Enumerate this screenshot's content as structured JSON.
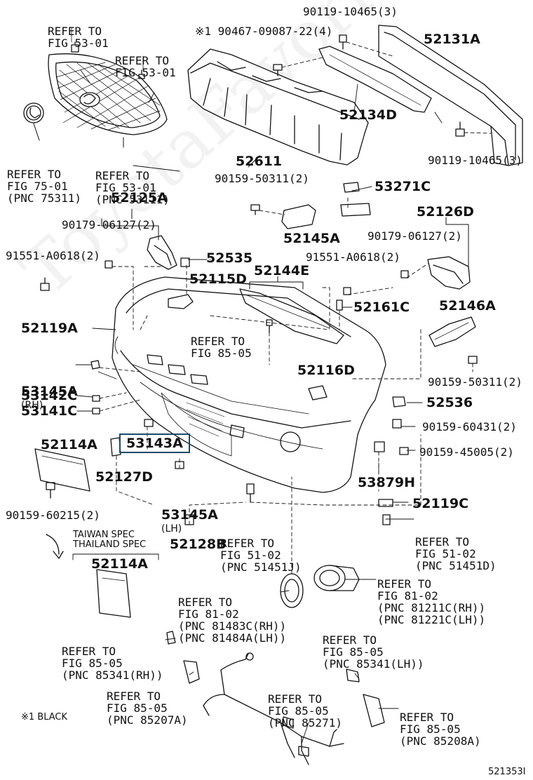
{
  "watermark": "ToyotaFavorite.ru",
  "note": "※1 BLACK",
  "figure_id": "521353I",
  "taiwan_spec": "TAIWAN SPEC",
  "thailand_spec": "THAILAND SPEC",
  "labels": {
    "grille_refer_5301_a": [
      "REFER TO",
      "FIG 53-01"
    ],
    "grille_refer_5301_b": [
      "REFER TO",
      "FIG 53-01"
    ],
    "emblem_refer_7501": [
      "REFER TO",
      "FIG 75-01",
      "(PNC 75311)"
    ],
    "grille_refer_53111": [
      "REFER TO",
      "FIG 53-01",
      "(PNC 53111)"
    ],
    "p_90119_top": "90119-10465(3)",
    "p_90467": "※1 90467-09087-22(4)",
    "p_52131A": "52131A",
    "p_52134D": "52134D",
    "p_52611": "52611",
    "p_90119_right": "90119-10465(3)",
    "p_90159_50311_mid": "90159-50311(2)",
    "p_53271C": "53271C",
    "p_52125A": "52125A",
    "p_52126D": "52126D",
    "p_90179_left": "90179-06127(2)",
    "p_90179_right": "90179-06127(2)",
    "p_52145A": "52145A",
    "p_91551_left": "91551-A0618(2)",
    "p_52535": "52535",
    "p_91551_right": "91551-A0618(2)",
    "p_52144E": "52144E",
    "p_52115D": "52115D",
    "p_52161C": "52161C",
    "p_52146A": "52146A",
    "refer_8505_a": [
      "REFER TO",
      "FIG 85-05"
    ],
    "p_52119A": "52119A",
    "p_53145A_rh": [
      "53145A",
      "(RH)"
    ],
    "p_52116D": "52116D",
    "p_90159_50311_right": "90159-50311(2)",
    "p_53142C": "53142C",
    "p_53141C": "53141C",
    "p_52536": "52536",
    "p_90159_60431": "90159-60431(2)",
    "p_53143A": "53143A",
    "p_52114A": "52114A",
    "p_90159_45005": "90159-45005(2)",
    "p_52127D": "52127D",
    "p_53145A_lh": [
      "53145A",
      "(LH)"
    ],
    "p_53879H": "53879H",
    "p_90159_60215": "90159-60215(2)",
    "p_52119C": "52119C",
    "refer_5102_a": [
      "REFER TO",
      "FIG 51-02",
      "(PNC 51451J)"
    ],
    "refer_5102_b": [
      "REFER TO",
      "FIG 51-02",
      "(PNC 51451D)"
    ],
    "p_52128B": "52128B",
    "p_52114A_b": "52114A",
    "refer_8102_right": [
      "REFER TO",
      "FIG 81-02",
      "(PNC 81211C(RH))",
      "(PNC 81221C(LH))"
    ],
    "refer_8102_left": [
      "REFER TO",
      "FIG 81-02",
      "(PNC 81483C(RH))",
      "(PNC 81484A(LH))"
    ],
    "refer_8505_85341lh": [
      "REFER TO",
      "FIG 85-05",
      "(PNC 85341(LH))"
    ],
    "refer_8505_85341rh": [
      "REFER TO",
      "FIG 85-05",
      "(PNC 85341(RH))"
    ],
    "refer_8505_85207a": [
      "REFER TO",
      "FIG 85-05",
      "(PNC 85207A)"
    ],
    "refer_8505_85271": [
      "REFER TO",
      "FIG 85-05",
      "(PNC 85271)"
    ],
    "refer_8505_85208a": [
      "REFER TO",
      "FIG 85-05",
      "(PNC 85208A)"
    ]
  },
  "colors": {
    "line": "#111111",
    "highlight_border": "#1b4a6b"
  }
}
